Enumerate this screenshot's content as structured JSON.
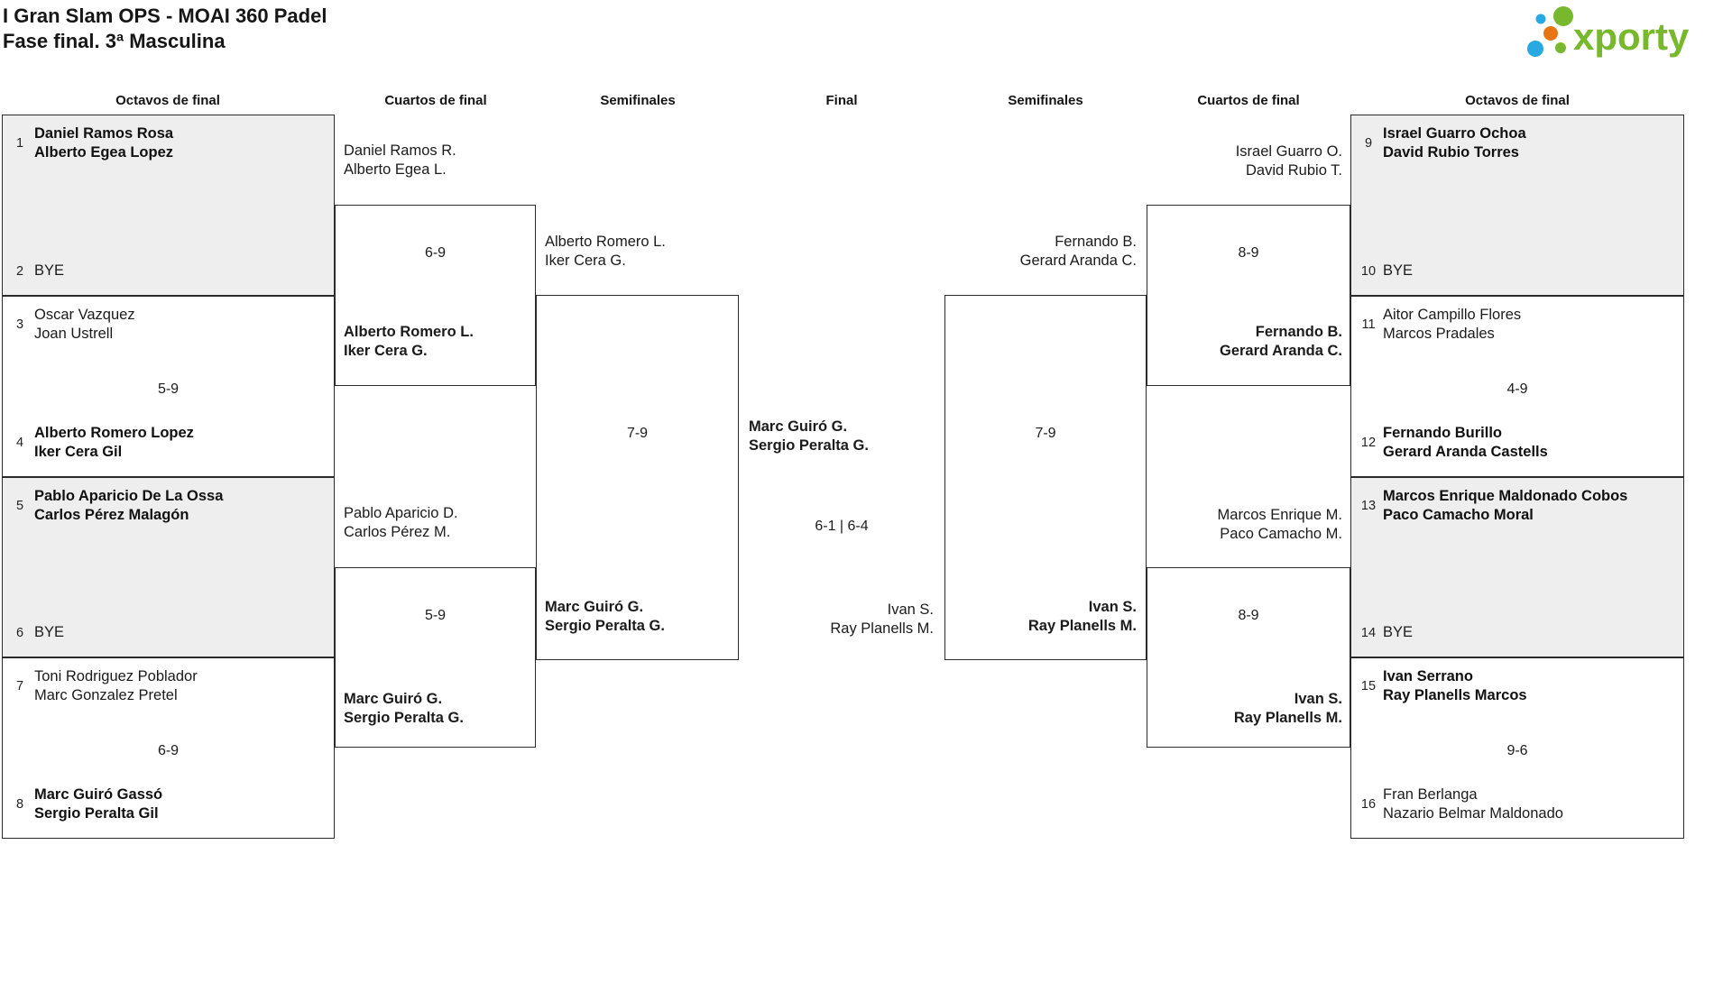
{
  "title": {
    "line1": "I Gran Slam OPS - MOAI 360 Padel",
    "line2": "Fase final. 3ª Masculina"
  },
  "logo": {
    "text": "xporty",
    "green": "#77b82c",
    "blue": "#29a9e1",
    "orange": "#e87513"
  },
  "headers": {
    "octavos_left": "Octavos de final",
    "cuartos_left": "Cuartos de final",
    "semis_left": "Semifinales",
    "final": "Final",
    "semis_right": "Semifinales",
    "cuartos_right": "Cuartos de final",
    "octavos_right": "Octavos de final"
  },
  "bracket": {
    "octavos_left": [
      {
        "seed_top": "1",
        "top1": "Daniel Ramos Rosa",
        "top2": "Alberto Egea Lopez",
        "seed_bottom": "2",
        "bottom1": "BYE",
        "score": "",
        "winner": "top"
      },
      {
        "seed_top": "3",
        "top1": "Oscar Vazquez",
        "top2": "Joan Ustrell",
        "seed_bottom": "4",
        "bottom1": "Alberto Romero Lopez",
        "bottom2": "Iker Cera Gil",
        "score": "5-9",
        "winner": "bottom"
      },
      {
        "seed_top": "5",
        "top1": "Pablo Aparicio De La Ossa",
        "top2": "Carlos Pérez Malagón",
        "seed_bottom": "6",
        "bottom1": "BYE",
        "score": "",
        "winner": "top"
      },
      {
        "seed_top": "7",
        "top1": "Toni Rodriguez Poblador",
        "top2": "Marc Gonzalez Pretel",
        "seed_bottom": "8",
        "bottom1": "Marc Guiró Gassó",
        "bottom2": "Sergio Peralta Gil",
        "score": "6-9",
        "winner": "bottom"
      }
    ],
    "octavos_right": [
      {
        "seed_top": "9",
        "top1": "Israel Guarro Ochoa",
        "top2": "David Rubio Torres",
        "seed_bottom": "10",
        "bottom1": "BYE",
        "score": "",
        "winner": "top"
      },
      {
        "seed_top": "11",
        "top1": "Aitor Campillo Flores",
        "top2": "Marcos Pradales",
        "seed_bottom": "12",
        "bottom1": "Fernando Burillo",
        "bottom2": "Gerard Aranda Castells",
        "score": "4-9",
        "winner": "bottom"
      },
      {
        "seed_top": "13",
        "top1": "Marcos Enrique Maldonado Cobos",
        "top2": "Paco Camacho Moral",
        "seed_bottom": "14",
        "bottom1": "BYE",
        "score": "",
        "winner": "top"
      },
      {
        "seed_top": "15",
        "top1": "Ivan Serrano",
        "top2": "Ray Planells Marcos",
        "seed_bottom": "16",
        "bottom1": "Fran Berlanga",
        "bottom2": "Nazario Belmar Maldonado",
        "score": "9-6",
        "winner": "top"
      }
    ],
    "cuartos_left": [
      {
        "feeder1": "Daniel Ramos R.",
        "feeder2": "Alberto Egea L.",
        "score": "6-9",
        "winner1": "Alberto Romero L.",
        "winner2": "Iker Cera G."
      },
      {
        "feeder1": "Pablo Aparicio D.",
        "feeder2": "Carlos Pérez M.",
        "score": "5-9",
        "winner1": "Marc Guiró G.",
        "winner2": "Sergio Peralta G."
      }
    ],
    "cuartos_right": [
      {
        "feeder1": "Israel Guarro O.",
        "feeder2": "David Rubio T.",
        "score": "8-9",
        "winner1": "Fernando B.",
        "winner2": "Gerard Aranda C."
      },
      {
        "feeder1": "Marcos Enrique M.",
        "feeder2": "Paco Camacho M.",
        "score": "8-9",
        "winner1": "Ivan S.",
        "winner2": "Ray Planells M."
      }
    ],
    "semis_left": {
      "feeder1": "Alberto Romero L.",
      "feeder2": "Iker Cera G.",
      "score": "7-9",
      "winner1": "Marc Guiró G.",
      "winner2": "Sergio Peralta G."
    },
    "semis_right": {
      "feeder1": "Fernando B.",
      "feeder2": "Gerard Aranda C.",
      "score": "7-9",
      "winner1": "Ivan S.",
      "winner2": "Ray Planells M."
    },
    "final": {
      "winner1": "Marc Guiró G.",
      "winner2": "Sergio Peralta G.",
      "score": "6-1 | 6-4",
      "loser1": "Ivan S.",
      "loser2": "Ray Planells M."
    }
  }
}
